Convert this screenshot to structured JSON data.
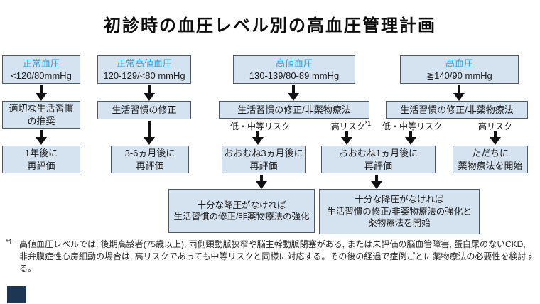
{
  "title": "初診時の血圧レベル別の高血圧管理計画",
  "colors": {
    "box_fill": "#d5e3f1",
    "box_border": "#4e5a66",
    "level_title_blue": "#2aa0da",
    "arrow": "#111111",
    "corner_mark": "#1e3553"
  },
  "flow": {
    "normal": {
      "level": "正常血圧",
      "range": "<120/80mmHg",
      "action": "適切な生活習慣\nの推奨",
      "reeval": "1年後に\n再評価"
    },
    "high_normal": {
      "level": "正常高値血圧",
      "range": "120-129/<80 mmHg",
      "action": "生活習慣の修正",
      "reeval": "3-6ヵ月後に\n再評価"
    },
    "elevated": {
      "level": "高値血圧",
      "range": "130-139/80-89 mmHg",
      "action": "生活習慣の修正/非薬物療法",
      "risk_low": "低・中等リスク",
      "risk_high": "高リスク",
      "risk_high_note": "*1",
      "reeval": "おおむね3ヵ月後に\n再評価",
      "escalation": "十分な降圧がなければ\n生活習慣の修正/非薬物療法の強化"
    },
    "shared": {
      "reeval": "おおむね1ヵ月後に\n再評価",
      "escalation": "十分な降圧がなければ\n生活習慣の修正/非薬物療法の強化と\n薬物療法を開始"
    },
    "hypertension": {
      "level": "高血圧",
      "range": "≧140/90 mmHg",
      "action": "生活習慣の修正/非薬物療法",
      "risk_low": "低・中等リスク",
      "risk_high": "高リスク",
      "immediate": "ただちに\n薬物療法を開始"
    }
  },
  "footnote": {
    "marker": "*1",
    "text": "高値血圧レベルでは, 後期高齢者(75歳以上), 両側頸動脈狭窄や脳主幹動脈閉塞がある, または未評価の脳血管障害, 蛋白尿のないCKD, 非弁膜症性心房細動の場合は, 高リスクであっても中等リスクと同様に対応する。その後の経過で症例ごとに薬物療法の必要性を検討する。"
  }
}
